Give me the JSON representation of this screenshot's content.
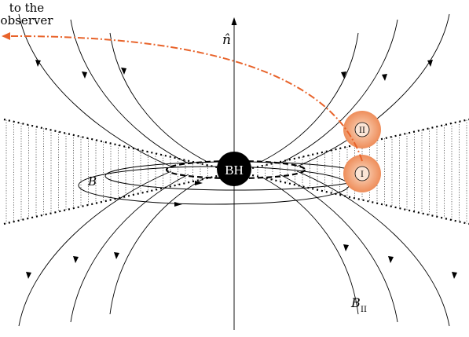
{
  "labels": {
    "observer_line1": "to the",
    "observer_line2": "observer",
    "axis": "n̂",
    "black_hole": "BH",
    "field_b": "B",
    "field_b2_main": "B",
    "field_b2_sub": "II",
    "blob_upper": "II",
    "blob_lower": "I"
  },
  "colors": {
    "observer_path": "#e8632a",
    "blob_fill": "#f4a97a",
    "blob_core": "#f6cdb0",
    "black_hole": "#000000"
  },
  "icons": {
    "axis_arrow": "arrow-up-icon",
    "observer_arrow": "arrow-left-icon"
  }
}
